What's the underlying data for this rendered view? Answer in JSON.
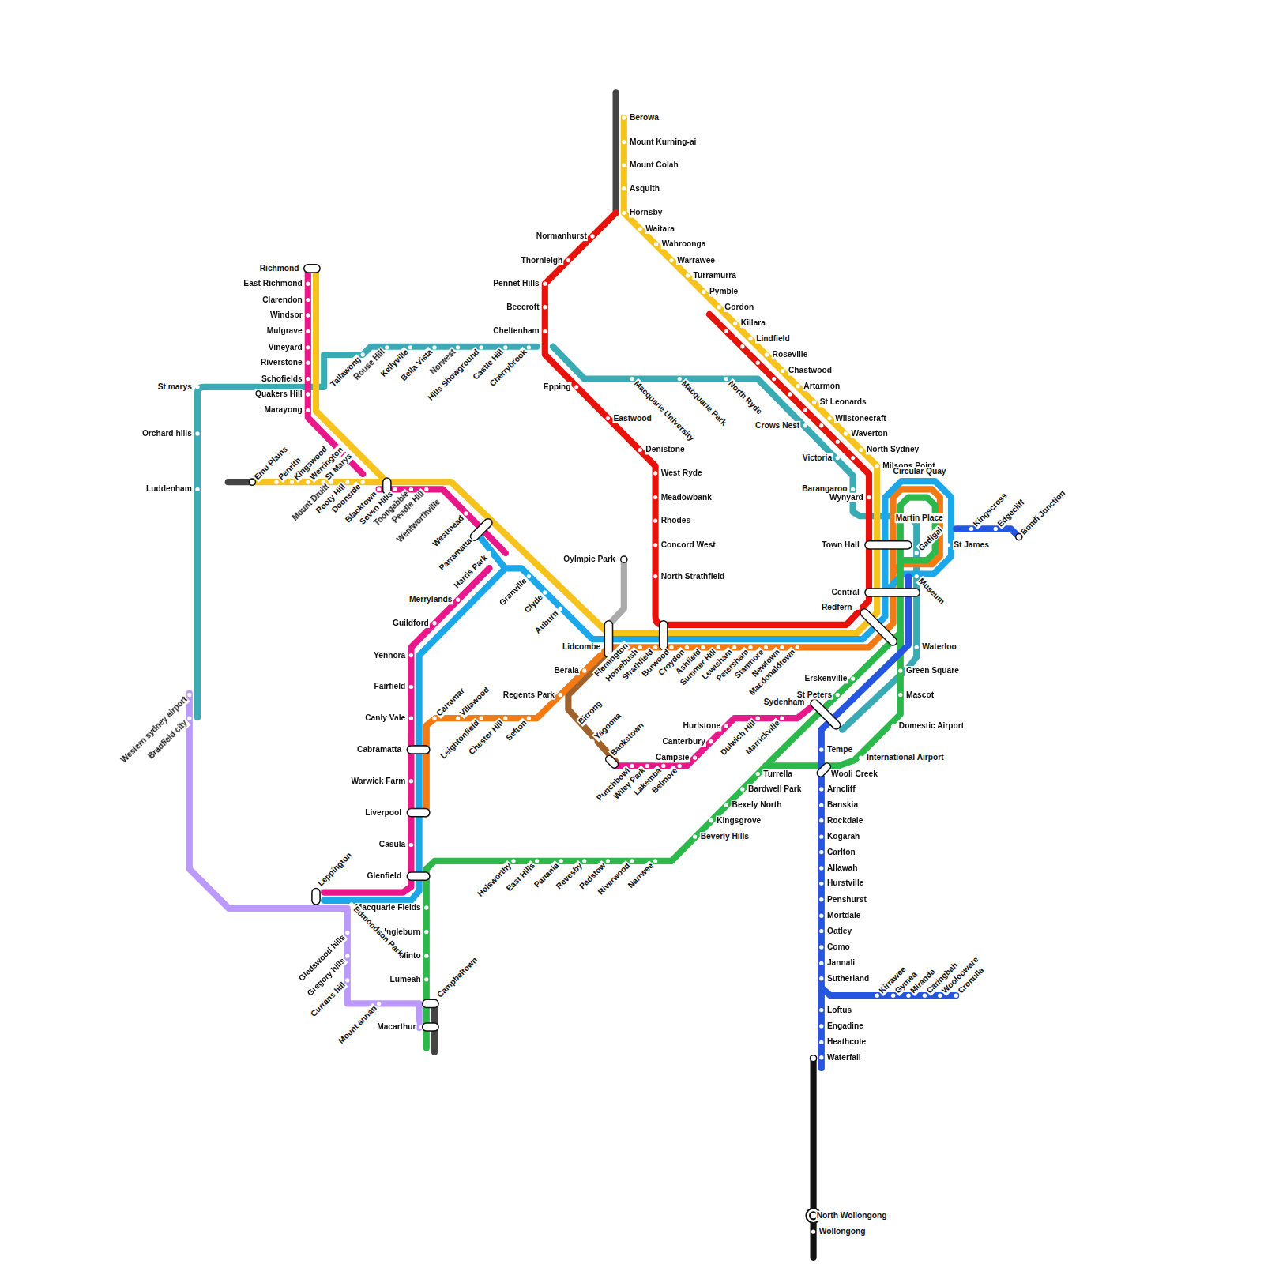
{
  "diagram": {
    "labels": [
      "Berowa",
      "Mount Kurning-ai",
      "Mount Colah",
      "Asquith",
      "Hornsby",
      "Waitara",
      "Wahroonga",
      "Warrawee",
      "Turramurra",
      "Pymble",
      "Gordon",
      "Killara",
      "Lindfield",
      "Roseville",
      "Chastwood",
      "Artarmon",
      "St Leonards",
      "Wilstonecraft",
      "Waverton",
      "North Sydney",
      "Milsons Point",
      "Normanhurst",
      "Thornleigh",
      "Pennet Hills",
      "Beecroft",
      "Cheltenham",
      "Epping",
      "Eastwood",
      "Denistone",
      "West Ryde",
      "Meadowbank",
      "Rhodes",
      "Concord West",
      "North Strathfield",
      "Tallawong",
      "Rouse Hill",
      "Kellyville",
      "Bella Vista",
      "Norwest",
      "Hills Showground",
      "Castle Hill",
      "Cherrybrook",
      "Macquarie University",
      "Macquarie Park",
      "North Ryde",
      "Crows Nest",
      "Victoria",
      "Barangaroo",
      "Martin Place",
      "Gadigal",
      "Museum",
      "Waterloo",
      "St marys",
      "Orchard hills",
      "Luddenham",
      "Emu Plains",
      "Penrith",
      "Kingswood",
      "Werrington",
      "St Marys",
      "Mount Druitt",
      "Rooty Hill",
      "Doonside",
      "Blacktown",
      "Seven Hills",
      "Toongabbie",
      "Pendle Hill",
      "Wentworthville",
      "Westmead",
      "Parramatta",
      "Harris Park",
      "Granville",
      "Clyde",
      "Auburn",
      "Lidcombe",
      "Richmond",
      "East Richmond",
      "Clarendon",
      "Windsor",
      "Mulgrave",
      "Vineyard",
      "Riverstone",
      "Schofields",
      "Quakers Hill",
      "Marayong",
      "Flemington",
      "Homebush",
      "Strathfield",
      "Burwood",
      "Croydon",
      "Ashfield",
      "Summer Hill",
      "Lewisham",
      "Petersham",
      "Stanmore",
      "Newtown",
      "Macdonaldtown",
      "Redfern",
      "Central",
      "Town Hall",
      "Wynyard",
      "Circular Quay",
      "St James",
      "Kingscross",
      "Edgecliff",
      "Bondi Junction",
      "Berala",
      "Regents Park",
      "Carramar",
      "Villawood",
      "Leightonfield",
      "Chester Hill",
      "Sefton",
      "Birrong",
      "Yagoona",
      "Bankstown",
      "Punchbowl",
      "Wiley Park",
      "Lakemba",
      "Belmore",
      "Campsie",
      "Canterbury",
      "Hurlstone",
      "Dulwich Hill",
      "Marrickville",
      "Sydenham",
      "Merrylands",
      "Guildford",
      "Yennora",
      "Fairfield",
      "Canly Vale",
      "Cabramatta",
      "Warwick Farm",
      "Liverpool",
      "Casula",
      "Glenfield",
      "Macquarie Fields",
      "Ingleburn",
      "Minto",
      "Lumeah",
      "Macarthur",
      "Campbeltown",
      "Leppington",
      "Edmondson Park",
      "Gledswood hills",
      "Gregory hills",
      "Currans hill",
      "Mount annan",
      "Western sydney airport",
      "Bradfield city",
      "Holsworthy",
      "East Hills",
      "Panania",
      "Revesby",
      "Padstow",
      "Riverwood",
      "Narrwee",
      "Beverly Hills",
      "Kingsgrove",
      "Bexely North",
      "Bardwell Park",
      "Turrella",
      "Erskenville",
      "St Peters",
      "International Airport",
      "Domestic Airport",
      "Mascot",
      "Green Square",
      "Tempe",
      "Wooli Creek",
      "Arncliff",
      "Banskia",
      "Rockdale",
      "Kogarah",
      "Carlton",
      "Allawah",
      "Hurstville",
      "Penshurst",
      "Mortdale",
      "Oatley",
      "Como",
      "Jannali",
      "Sutherland",
      "Loftus",
      "Engadine",
      "Heathcote",
      "Waterfall",
      "Kirrawee",
      "Gymea",
      "Miranda",
      "Caringbah",
      "Woolooware",
      "Cronulla",
      "North Wollongong",
      "Wollongong",
      "Oylmpic Park"
    ]
  }
}
